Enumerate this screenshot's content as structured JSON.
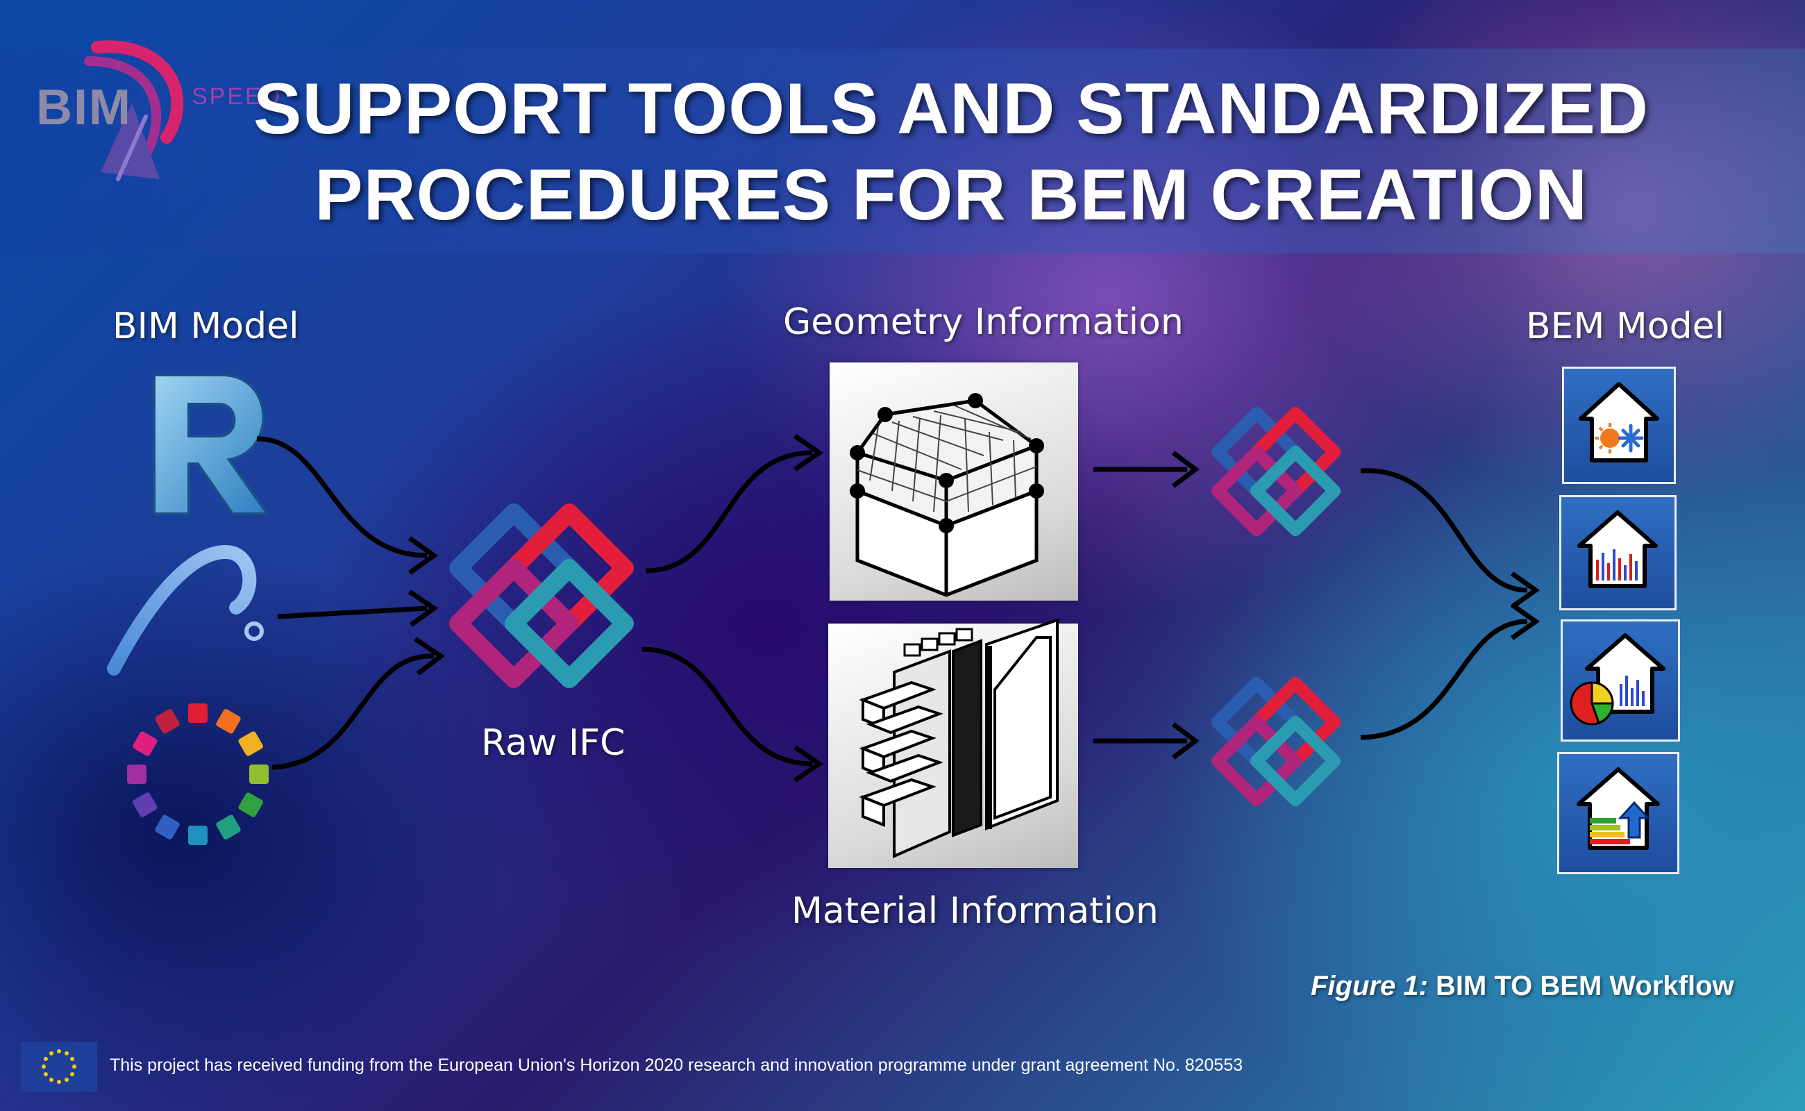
{
  "header": {
    "title_line1": "SUPPORT TOOLS AND STANDARDIZED",
    "title_line2": "PROCEDURES FOR BEM CREATION"
  },
  "logo": {
    "primary": "BIM",
    "secondary": "SPEED"
  },
  "labels": {
    "bim_model": "BIM Model",
    "raw_ifc": "Raw IFC",
    "geometry": "Geometry Information",
    "material": "Material Information",
    "bem_model": "BEM Model"
  },
  "caption": {
    "prefix": "Figure 1:",
    "text": "BIM TO BEM Workflow"
  },
  "footer": {
    "funding": "This project has received funding from the European Union's Horizon 2020 research and innovation programme under grant agreement No. 820553"
  },
  "icons": {
    "sources": [
      "revit-icon",
      "archicad-icon",
      "color-wheel-icon"
    ],
    "ifc": "ifc-logo-icon",
    "bem": [
      "heating-cooling-icon",
      "energy-chart-icon",
      "analysis-chart-icon",
      "energy-rating-icon"
    ]
  },
  "colors": {
    "ifc_blue": "#2a5db0",
    "ifc_red": "#e31e3a",
    "ifc_magenta": "#b0247c",
    "ifc_teal": "#2a9bb0"
  }
}
